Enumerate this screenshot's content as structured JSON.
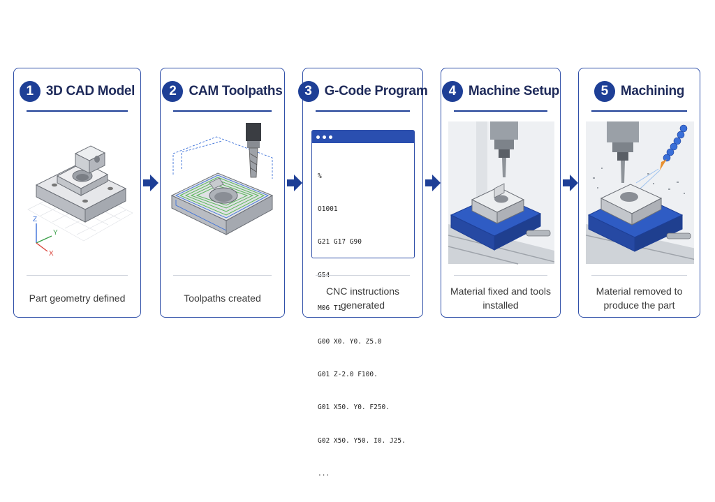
{
  "steps": [
    {
      "number": "1",
      "title": "3D CAD Model",
      "description": "Part geometry defined",
      "axes": {
        "z": "Z",
        "y": "Y",
        "x": "X"
      }
    },
    {
      "number": "2",
      "title": "CAM Toolpaths",
      "description": "Toolpaths created"
    },
    {
      "number": "3",
      "title": "G-Code Program",
      "description": "CNC instructions generated",
      "code": [
        "%",
        "O1001",
        "G21 G17 G90",
        "G54",
        "M06 T1",
        "G00 X0. Y0. Z5.0",
        "G01 Z-2.0 F100.",
        "G01 X50. Y0. F250.",
        "G02 X50. Y50. I0. J25.",
        "..."
      ]
    },
    {
      "number": "4",
      "title": "Machine Setup",
      "description": "Material fixed and tools installed"
    },
    {
      "number": "5",
      "title": "Machining",
      "description": "Material removed to produce the part"
    }
  ],
  "colors": {
    "accent": "#1e3f96",
    "border": "#2f4fa8",
    "vise": "#2f5cc4",
    "green_path": "#5cb85c",
    "blue_path": "#3a6fd8"
  }
}
